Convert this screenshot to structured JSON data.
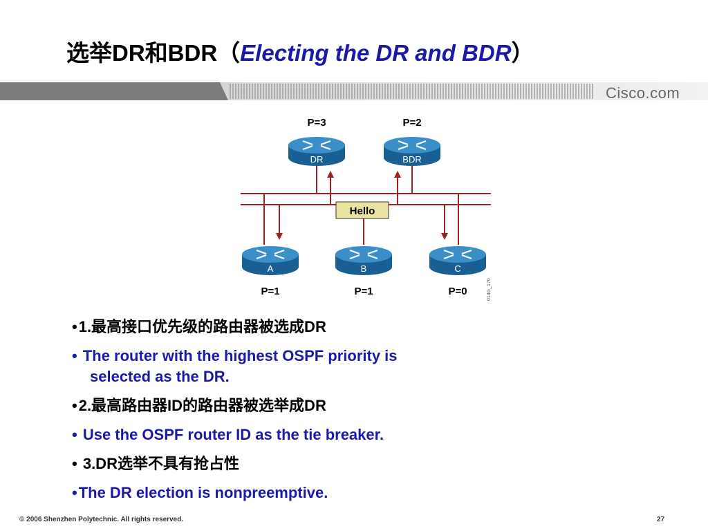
{
  "title": {
    "zh_a": "选举",
    "dr": "DR",
    "zh_b": "和",
    "bdr": "BDR",
    "paren_open": "（",
    "en": "Electing the DR and BDR",
    "paren_close": "）"
  },
  "brand": "Cisco.com",
  "diagram": {
    "routers": [
      {
        "id": "dr",
        "label": "DR",
        "priority": "P=3"
      },
      {
        "id": "bdr",
        "label": "BDR",
        "priority": "P=2"
      },
      {
        "id": "a",
        "label": "A",
        "priority": "P=1"
      },
      {
        "id": "b",
        "label": "B",
        "priority": "P=1"
      },
      {
        "id": "c",
        "label": "C",
        "priority": "P=0"
      }
    ],
    "packet_label": "Hello",
    "figure_code": "014G_170"
  },
  "bullets": [
    {
      "bullet": "•",
      "text": "1.最高接口优先级的路由器被选成DR",
      "lang": "zh"
    },
    {
      "bullet": "•",
      "text": "The router with the highest OSPF priority is",
      "text2": "selected as the DR.",
      "lang": "en"
    },
    {
      "bullet": "•",
      "text": "2.最高路由器ID的路由器被选举成DR",
      "lang": "zh"
    },
    {
      "bullet": "•",
      "text": "Use the OSPF router ID as the tie breaker.",
      "lang": "en"
    },
    {
      "bullet": "•",
      "text": "3.DR选举不具有抢占性",
      "lang": "zh"
    },
    {
      "bullet": "•",
      "text": "The DR election is nonpreemptive.",
      "lang": "en"
    }
  ],
  "footer": "© 2006 Shenzhen Polytechnic. All rights reserved.",
  "page_number": "27",
  "colors": {
    "title_en": "#1a1aa6",
    "link_line": "#a02020",
    "router": "#1f6fa8",
    "hello_box": "#e8e4a0"
  }
}
